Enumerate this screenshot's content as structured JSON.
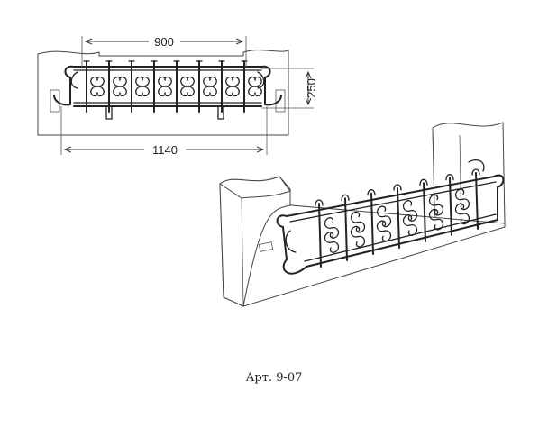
{
  "dimensions": {
    "inner_width": "900",
    "overall_width": "1140",
    "height": "250"
  },
  "caption": "Арт. 9-07"
}
